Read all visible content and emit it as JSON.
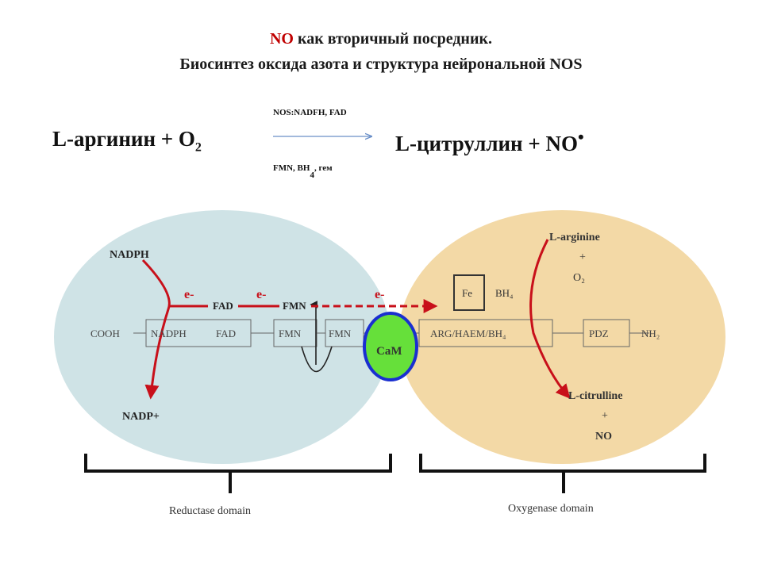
{
  "title": {
    "line1_prefix": "NO",
    "line1_rest": " как вторичный посредник.",
    "line2": "Биосинтез  оксида  азота  и структура  нейрональной  NOS"
  },
  "equation": {
    "substrate": "L-аргинин   +   O",
    "o2_sub": "2",
    "product": "L-цитруллин   +  NO",
    "radical_dot": "•",
    "cofactors_top": "NOS:NADFH, FAD",
    "cofactors_bottom": "FMN, BH",
    "bh_sub": "4",
    "cofactors_bottom_rest": ", гем"
  },
  "diagram": {
    "labels": {
      "nadph_top": "NADPH",
      "nadp_plus": "NADP+",
      "e1": "e-",
      "e2": "e-",
      "e3": "e-",
      "fad_label": "FAD",
      "fmn_label": "FMN",
      "cooh": "COOH",
      "box_nadph": "NADPH",
      "box_fad": "FAD",
      "box_fmn1": "FMN",
      "box_fmn2": "FMN",
      "cam": "CaM",
      "fe": "Fe",
      "bh4_label": "BH₄",
      "arg_haem": "ARG/HAEM/BH₄",
      "pdz": "PDZ",
      "nh2": "NH₂",
      "l_arginine": "L-arginine",
      "plus1": "+",
      "o2": "O₂",
      "l_citrulline": "L-citrulline",
      "plus2": "+",
      "no": "NO",
      "reductase_domain": "Reductase domain",
      "oxygenase_domain": "Oxygenase domain"
    },
    "colors": {
      "reductase_fill": "#cfe3e6",
      "oxygenase_fill": "#f3d9a6",
      "cam_fill": "#66e03a",
      "cam_stroke": "#1a2fd0",
      "arrow_red": "#c8101a"
    }
  }
}
